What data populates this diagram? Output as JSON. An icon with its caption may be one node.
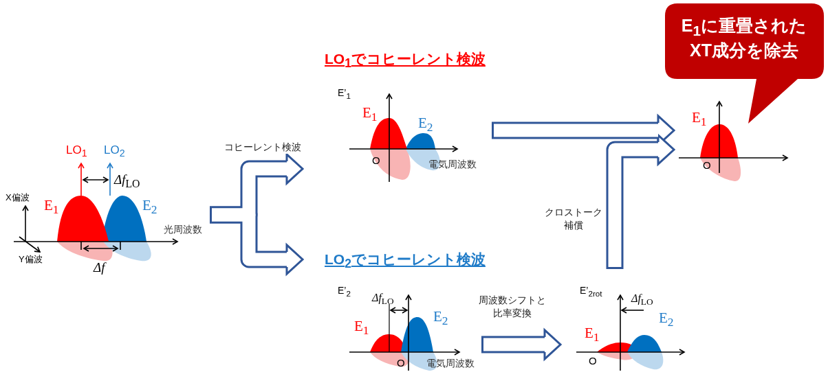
{
  "diagram": {
    "nodes": [
      {
        "text": [
          "LO$_{1}$",
          "LO$_{2}$",
          "*Δf*$_{LO}$",
          "X偏波",
          "E$_{1}$",
          "E$_{2}$",
          "光周波数",
          "Y偏波",
          "Δf"
        ]
      },
      {
        "text": [
          "LO$_{1}$でコヒーレント検波",
          "E’$_{1}$",
          "E$_{1}$",
          "E$_{2}$",
          "O",
          "電気周波数"
        ]
      },
      {
        "text": [
          "LO$_{2}$でコヒーレント検波",
          "E’$_{2}$",
          "*Δf*$_{LO}$",
          "E$_{1}$",
          "E$_{2}$",
          "O",
          "電気周波数"
        ]
      },
      {
        "text": [
          "E’$_{2rot}$",
          "*Δf*$_{LO}$",
          "E$_{2}$",
          "E$_{1}$",
          "O"
        ]
      },
      {
        "text": [
          "E$_{1}$",
          "O"
        ]
      },
      {
        "text": [
          "E$_{1}$に重畳されたXT成分を除去"
        ]
      }
    ],
    "edges": [
      {
        "from": 0,
        "to": 1,
        "arrow": "to",
        "label": "コヒーレント検波"
      },
      {
        "from": 0,
        "to": 2,
        "arrow": "to"
      },
      {
        "from": 2,
        "to": 3,
        "arrow": "to",
        "label": "周波数シフトと比率変換"
      },
      {
        "from": 1,
        "to": 4,
        "arrow": "to"
      },
      {
        "from": 3,
        "to": 4,
        "arrow": "to",
        "label": "クロストーク補償"
      }
    ]
  }
}
